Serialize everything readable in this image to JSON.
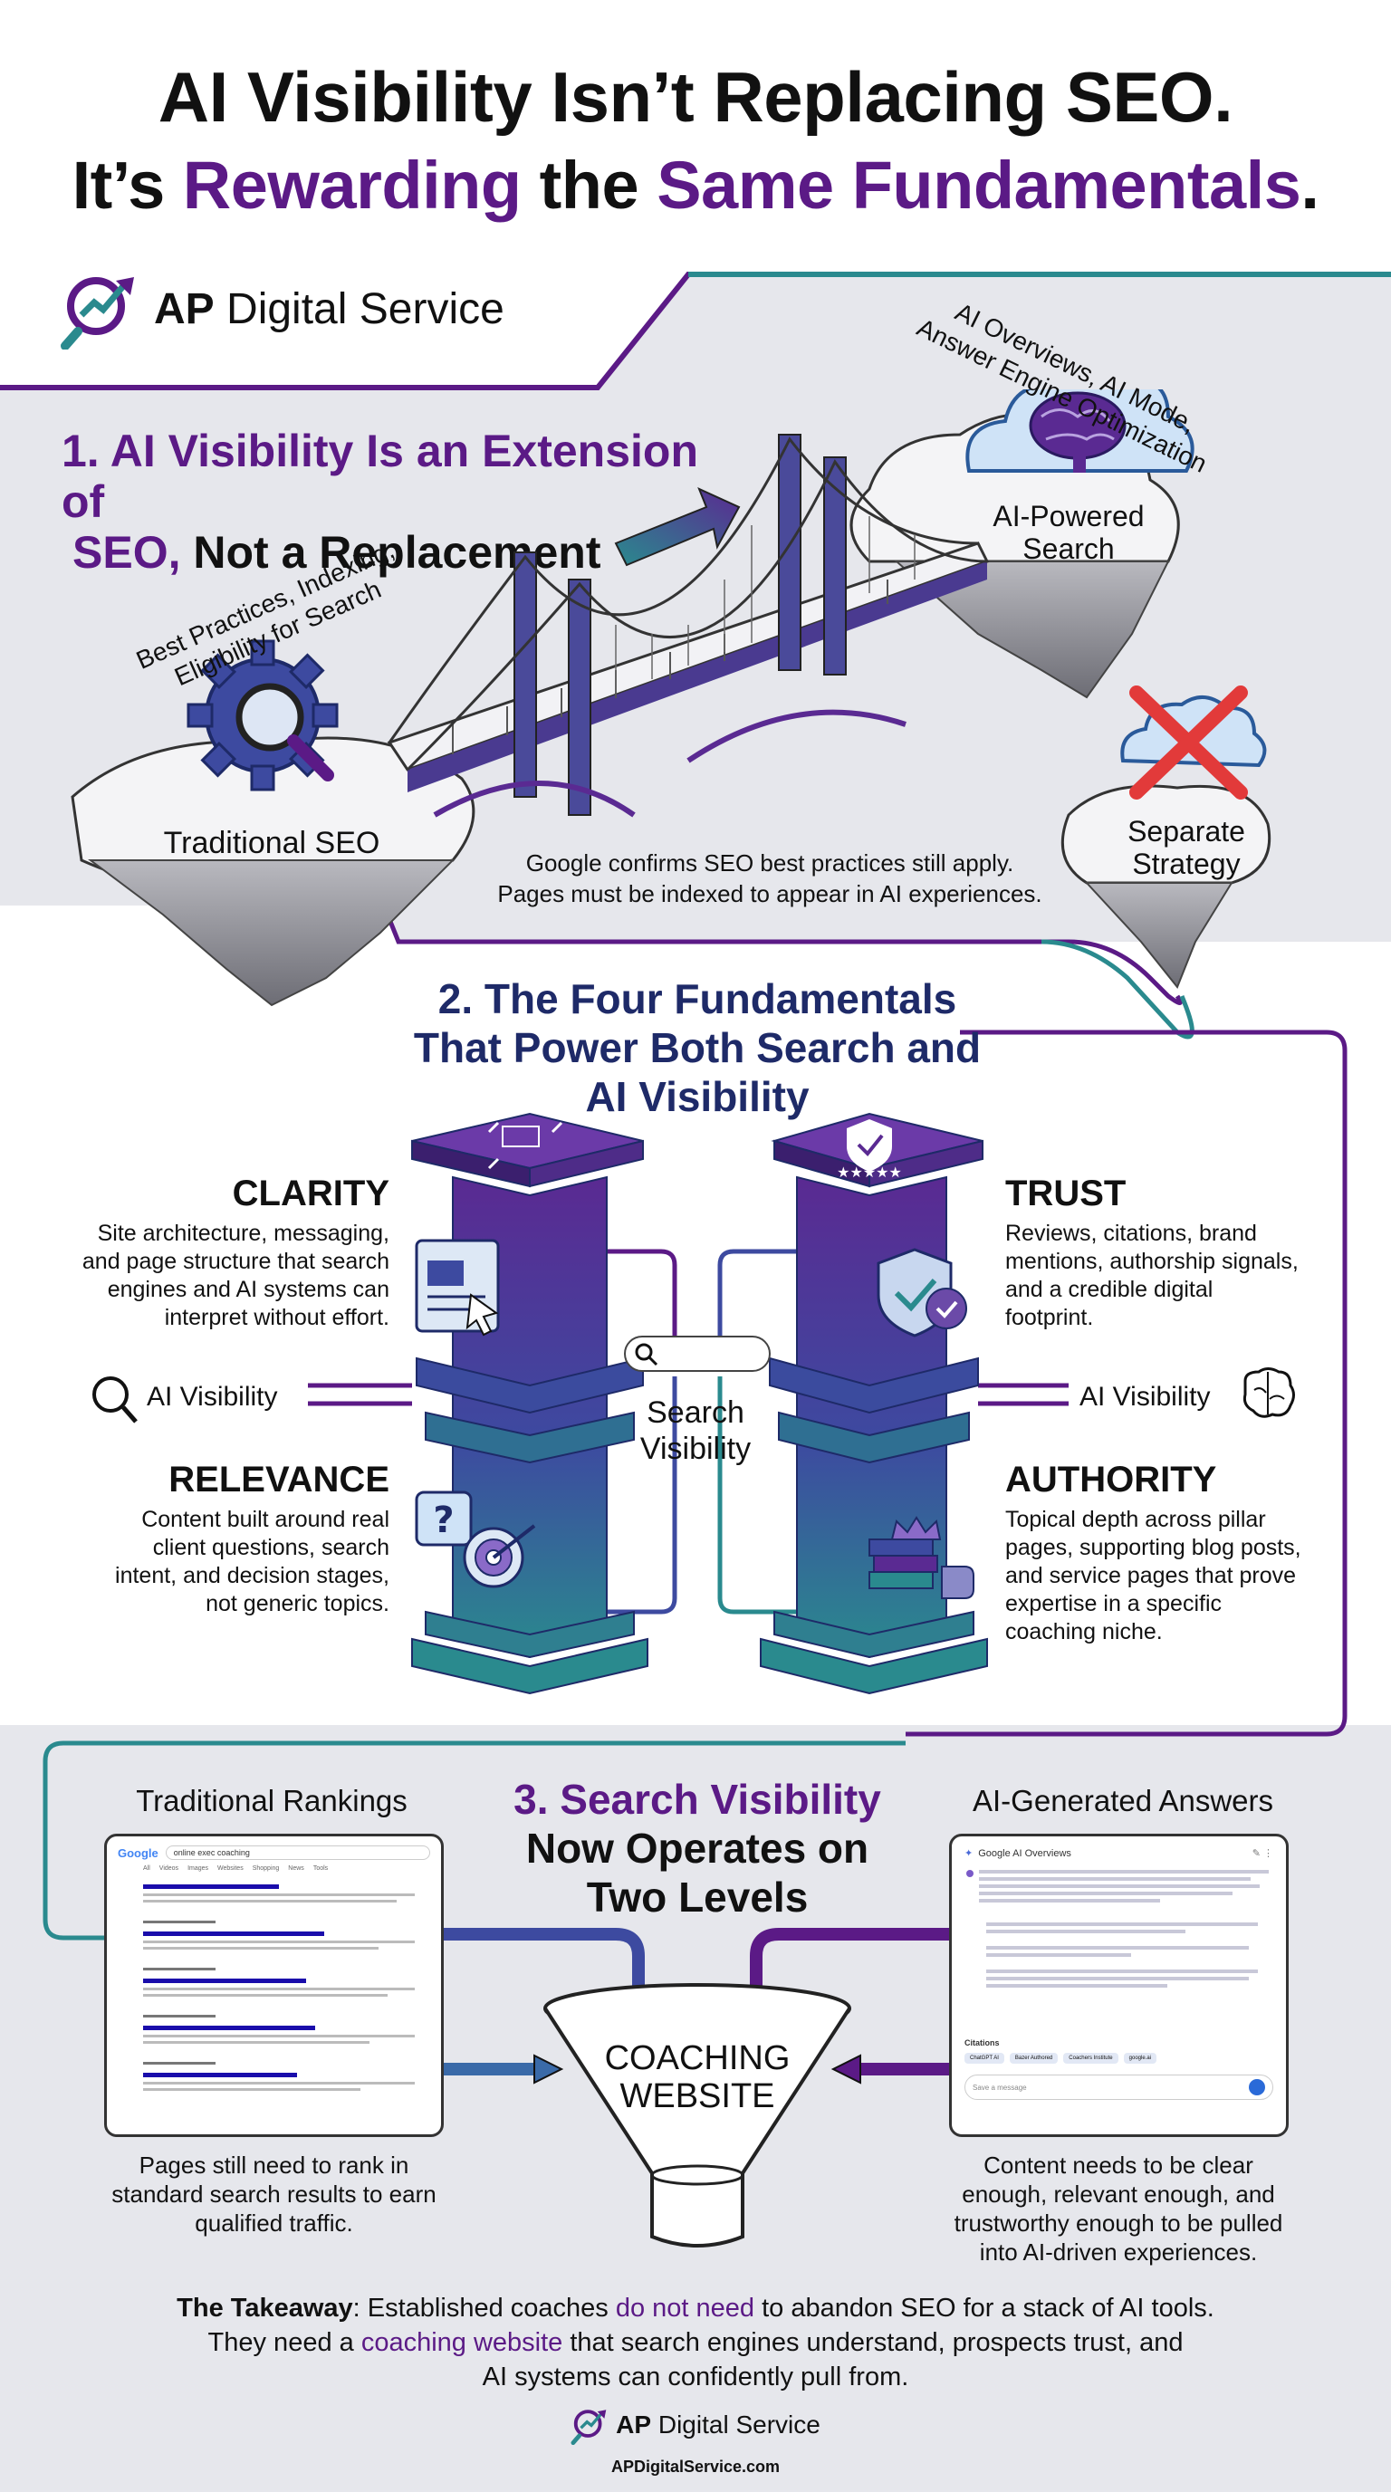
{
  "header": {
    "title_line1": "AI Visibility Isn’t Replacing SEO.",
    "title_line2_a": "It’s ",
    "title_line2_b": "Rewarding",
    "title_line2_c": " the ",
    "title_line2_d": "Same Fundamentals",
    "title_line2_e": "."
  },
  "brand": {
    "strong": "AP",
    "rest": " Digital Service",
    "url": "APDigitalService.com"
  },
  "section1": {
    "heading_a": "1. AI Visibility Is an Extension of",
    "heading_b": "SEO,",
    "heading_c": " Not a Replacement",
    "left_arc": "Best Practices, Indexing, Eligibility for Search",
    "left_label": "Traditional SEO",
    "right_arc": "AI Overviews, AI Mode, Answer Engine Optimization",
    "right_label_1": "AI-Powered",
    "right_label_2": "Search",
    "separate_1": "Separate",
    "separate_2": "Strategy",
    "note_1": "Google confirms SEO best practices still apply.",
    "note_2": "Pages must be indexed to appear in AI experiences."
  },
  "section2": {
    "heading_1": "2. The Four Fundamentals",
    "heading_2": "That Power Both Search and",
    "heading_3": "AI Visibility",
    "clarity": {
      "title": "CLARITY",
      "lines": [
        "Site architecture, messaging,",
        "and page structure that search",
        "engines and AI systems can",
        "interpret without effort."
      ]
    },
    "trust": {
      "title": "TRUST",
      "lines": [
        "Reviews, citations, brand",
        "mentions, authorship signals,",
        "and a credible digital",
        "footprint."
      ]
    },
    "relevance": {
      "title": "RELEVANCE",
      "lines": [
        "Content built around real",
        "client questions, search",
        "intent, and decision stages,",
        "not generic topics."
      ]
    },
    "authority": {
      "title": "AUTHORITY",
      "lines": [
        "Topical depth across pillar",
        "pages, supporting blog posts,",
        "and service pages that prove",
        "expertise in a specific",
        "coaching niche."
      ]
    },
    "ai_vis_left": "AI Visibility",
    "ai_vis_right": "AI Visibility",
    "center_1": "Search",
    "center_2": "Visibility"
  },
  "section3": {
    "left_title": "Traditional Rankings",
    "right_title": "AI-Generated Answers",
    "heading_1": "3. Search Visibility",
    "heading_2": "Now Operates on",
    "heading_3": "Two Levels",
    "funnel_1": "COACHING",
    "funnel_2": "WEBSITE",
    "left_cap": [
      "Pages still need to rank in",
      "standard search results to earn",
      "qualified traffic."
    ],
    "right_cap": [
      "Content needs to be clear",
      "enough, relevant enough, and",
      "trustworthy enough to be pulled",
      "into AI-driven experiences."
    ],
    "serp": {
      "logo": "Google",
      "query": "online exec coaching",
      "tabs": [
        "All",
        "Videos",
        "Images",
        "Websites",
        "Shopping",
        "News",
        "Tools"
      ]
    },
    "aio": {
      "header": "Google AI Overviews",
      "citations": "Citations",
      "chips": [
        "ChatGPT AI",
        "Bazer Authored",
        "Coachers Institute",
        "google.ai"
      ],
      "input_placeholder": "Save a message"
    }
  },
  "takeaway": {
    "a": "The Takeaway",
    "b": ": Established coaches ",
    "c": "do not need",
    "d": " to abandon SEO for a stack of AI tools.",
    "line2_a": "They need a ",
    "line2_b": "coaching website",
    "line2_c": " that search engines understand, prospects trust, and",
    "line3": "AI systems can confidently pull from."
  },
  "colors": {
    "purple": "#5b1a86",
    "navy": "#1e2a68",
    "teal": "#2a8a8e",
    "band": "#e6e7ec"
  }
}
